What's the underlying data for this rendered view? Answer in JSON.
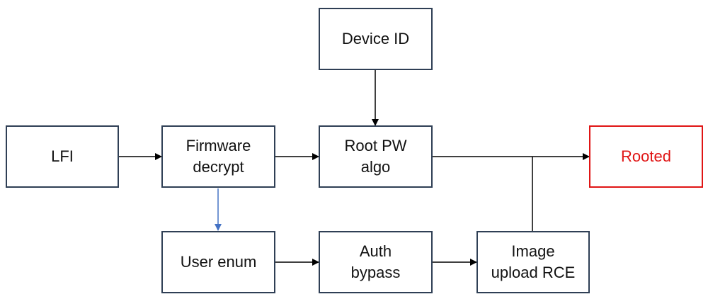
{
  "colors": {
    "box_border": "#2f3f55",
    "arrow": "#000000",
    "arrow_blue": "#4472c4",
    "rooted": "#e01515"
  },
  "nodes": {
    "device_id": "Device ID",
    "lfi": "LFI",
    "firmware_decrypt": "Firmware\ndecrypt",
    "root_pw_algo": "Root PW\nalgo",
    "rooted": "Rooted",
    "user_enum": "User enum",
    "auth_bypass": "Auth\nbypass",
    "image_upload_rce": "Image\nupload RCE"
  }
}
